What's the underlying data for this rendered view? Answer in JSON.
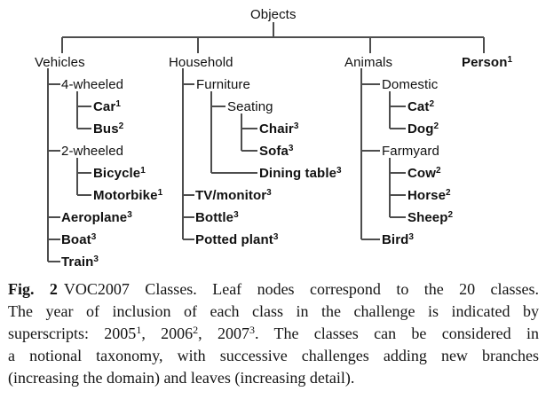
{
  "figure": {
    "tree": {
      "root": {
        "label": "Objects"
      },
      "nodes": {
        "vehicles": {
          "label": "Vehicles"
        },
        "four_wheeled": {
          "label": "4-wheeled"
        },
        "car": {
          "label": "Car",
          "sup": "1"
        },
        "bus": {
          "label": "Bus",
          "sup": "2"
        },
        "two_wheeled": {
          "label": "2-wheeled"
        },
        "bicycle": {
          "label": "Bicycle",
          "sup": "1"
        },
        "motorbike": {
          "label": "Motorbike",
          "sup": "1"
        },
        "aeroplane": {
          "label": "Aeroplane",
          "sup": "3"
        },
        "boat": {
          "label": "Boat",
          "sup": "3"
        },
        "train": {
          "label": "Train",
          "sup": "3"
        },
        "household": {
          "label": "Household"
        },
        "furniture": {
          "label": "Furniture"
        },
        "seating": {
          "label": "Seating"
        },
        "chair": {
          "label": "Chair",
          "sup": "3"
        },
        "sofa": {
          "label": "Sofa",
          "sup": "3"
        },
        "dining_table": {
          "label": "Dining table",
          "sup": "3"
        },
        "tv_monitor": {
          "label": "TV/monitor",
          "sup": "3"
        },
        "bottle": {
          "label": "Bottle",
          "sup": "3"
        },
        "potted_plant": {
          "label": "Potted plant",
          "sup": "3"
        },
        "animals": {
          "label": "Animals"
        },
        "domestic": {
          "label": "Domestic"
        },
        "cat": {
          "label": "Cat",
          "sup": "2"
        },
        "dog": {
          "label": "Dog",
          "sup": "2"
        },
        "farmyard": {
          "label": "Farmyard"
        },
        "cow": {
          "label": "Cow",
          "sup": "2"
        },
        "horse": {
          "label": "Horse",
          "sup": "2"
        },
        "sheep": {
          "label": "Sheep",
          "sup": "2"
        },
        "bird": {
          "label": "Bird",
          "sup": "3"
        },
        "person": {
          "label": "Person",
          "sup": "1"
        }
      }
    },
    "caption": {
      "lines": [
        [
          {
            "t": "Fig. 2",
            "b": true
          },
          {
            "t": "VOC2007 Classes. Leaf nodes correspond to the 20 classes."
          }
        ],
        [
          {
            "t": "The year of inclusion of each class in the challenge is indicated by"
          }
        ],
        [
          {
            "t": "superscripts: 2005"
          },
          {
            "t": "1",
            "sup": true
          },
          {
            "t": ", 2006"
          },
          {
            "t": "2",
            "sup": true
          },
          {
            "t": ", 2007"
          },
          {
            "t": "3",
            "sup": true
          },
          {
            "t": ". The classes can be considered in"
          }
        ],
        [
          {
            "t": "a notional taxonomy, with successive challenges adding new branches"
          }
        ],
        [
          {
            "t": "(increasing the domain) and leaves (increasing detail)."
          }
        ]
      ]
    },
    "line_color": "#4d4d4d"
  }
}
